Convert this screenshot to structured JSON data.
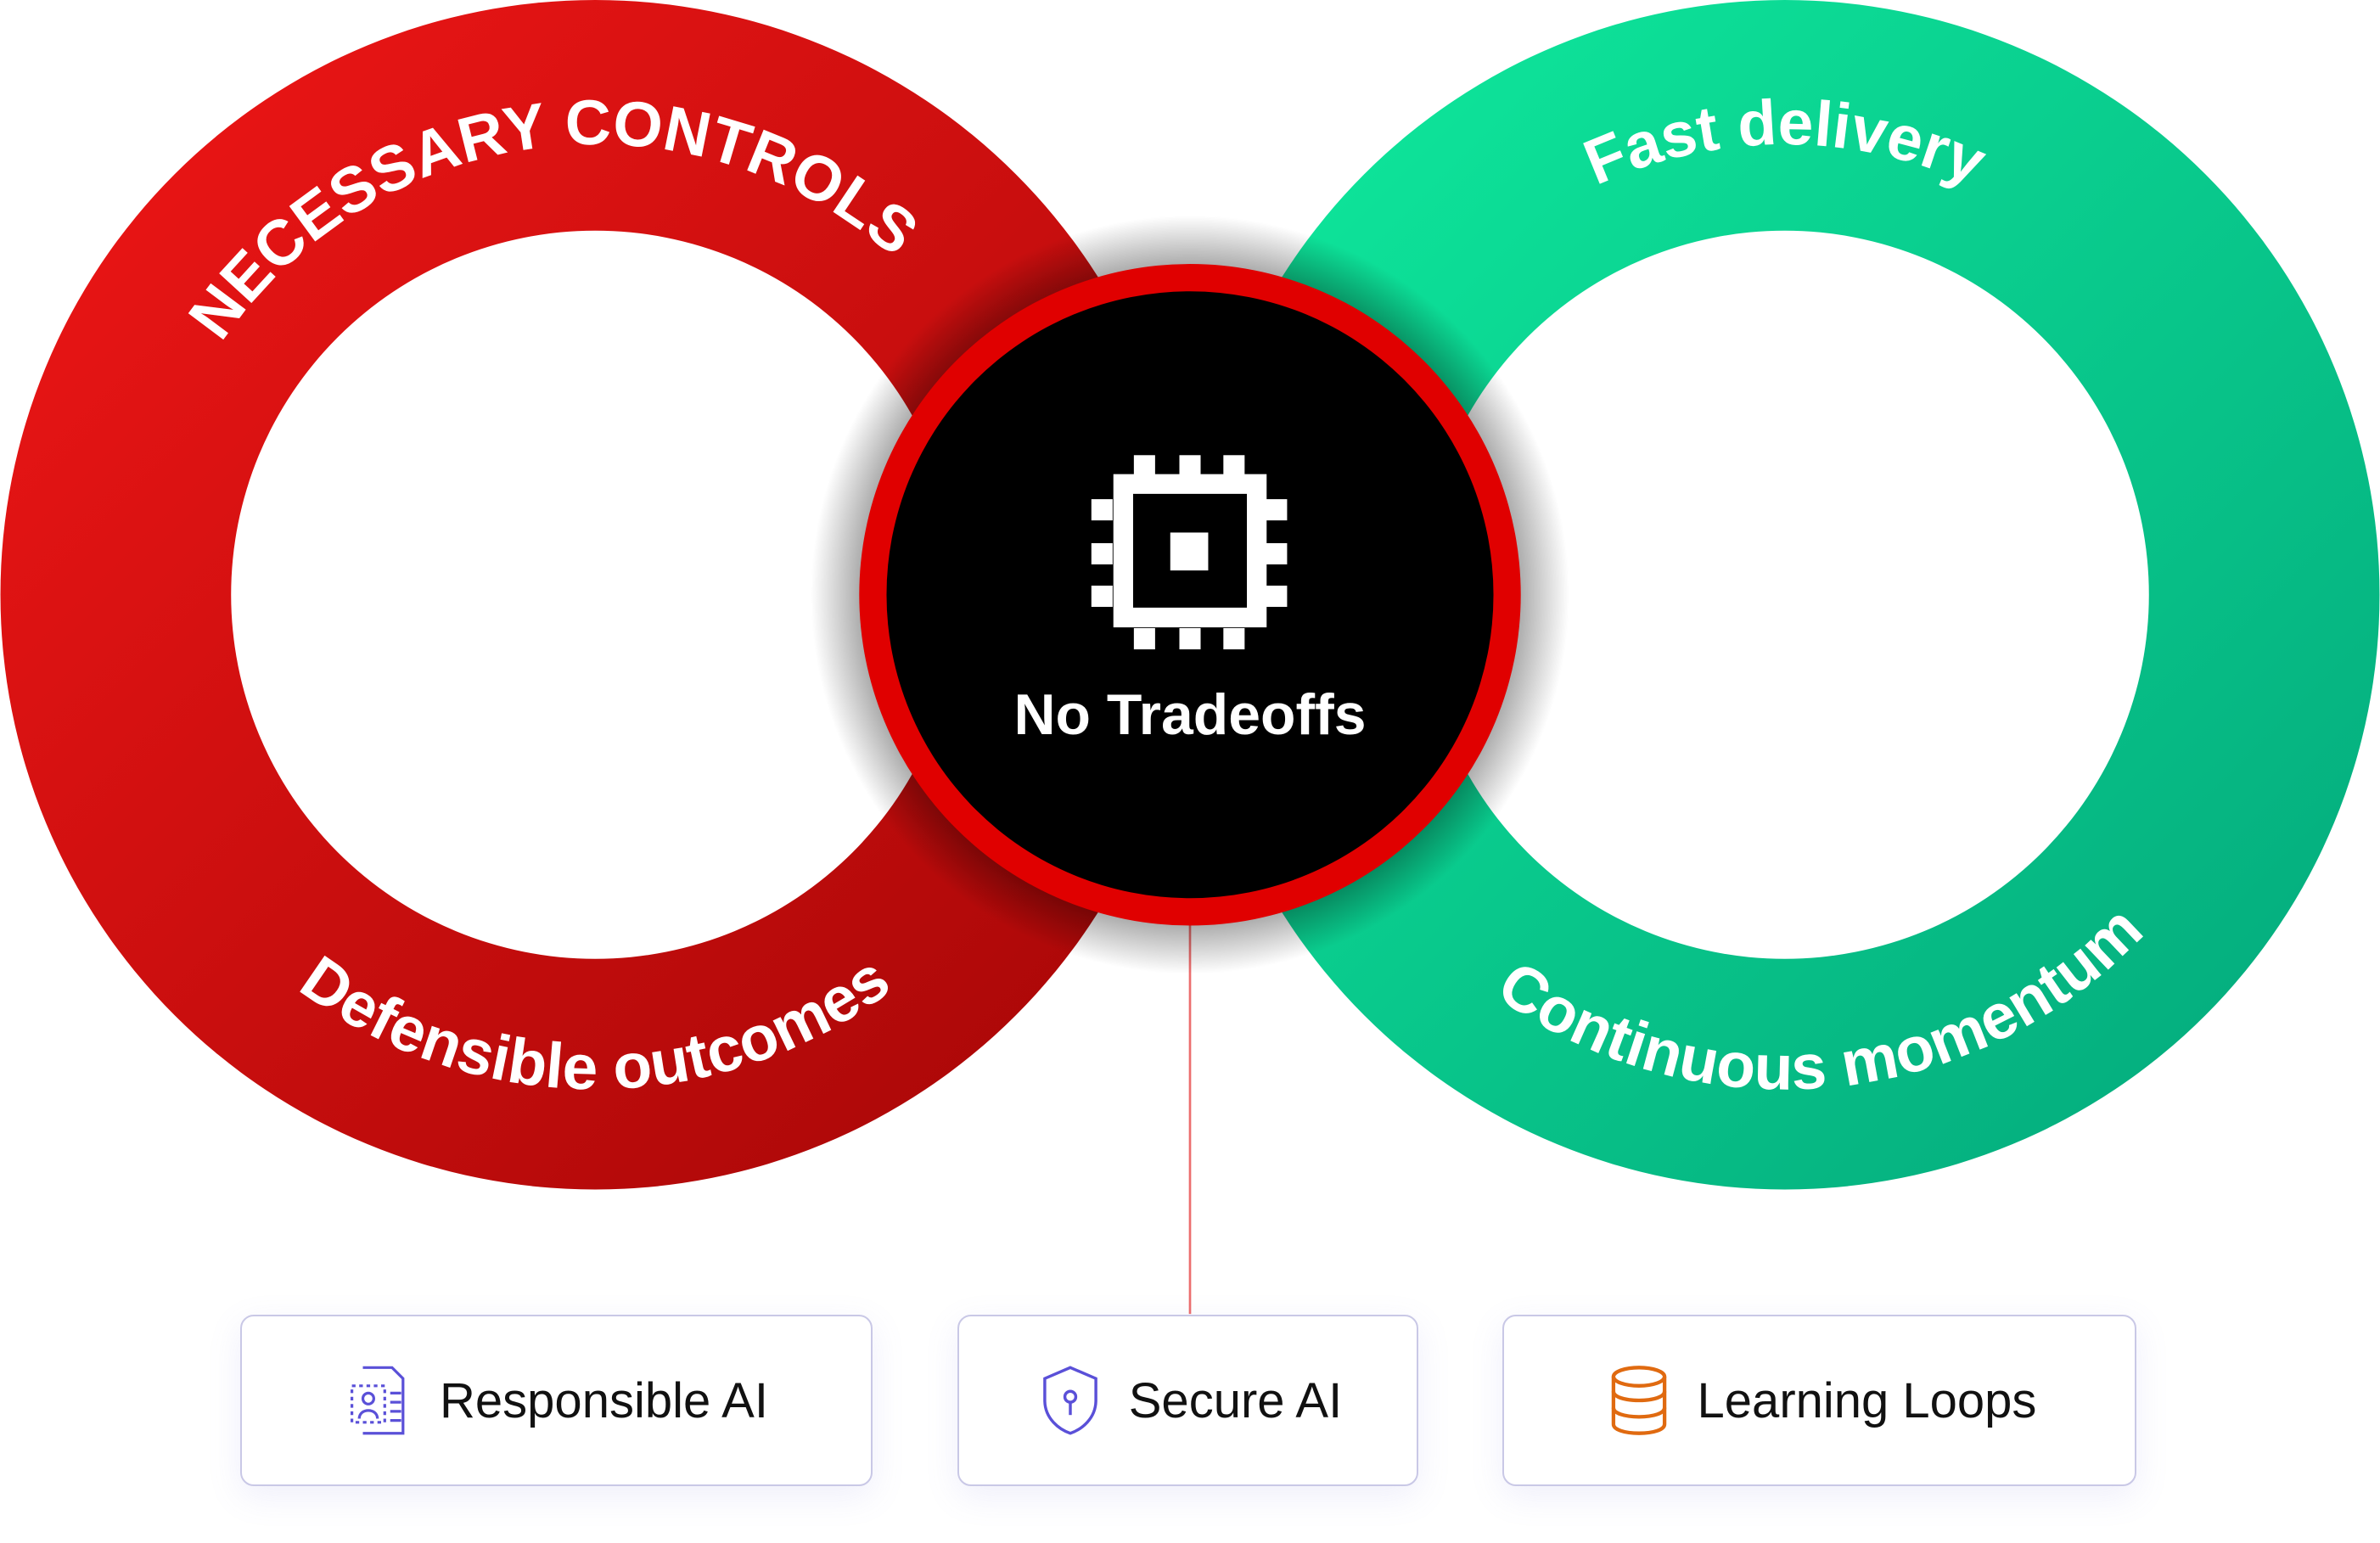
{
  "left_ring": {
    "top_label": "NECESSARY CONTROLS",
    "bottom_label": "Defensible outcomes",
    "color_start": "#f21717",
    "color_end": "#a30606"
  },
  "right_ring": {
    "top_label": "Fast delivery",
    "bottom_label": "Continuous momentum",
    "color_start": "#0fec9e",
    "color_end": "#03a67a"
  },
  "center": {
    "title": "No Tradeoffs",
    "icon": "chip-icon",
    "ring_color": "#e00000"
  },
  "cards": [
    {
      "label": "Responsible AI",
      "icon": "document-user-icon",
      "icon_color": "#5a50d8"
    },
    {
      "label": "Secure AI",
      "icon": "shield-keyhole-icon",
      "icon_color": "#5a50d8"
    },
    {
      "label": "Learning Loops",
      "icon": "database-stack-icon",
      "icon_color": "#e06a10"
    }
  ]
}
